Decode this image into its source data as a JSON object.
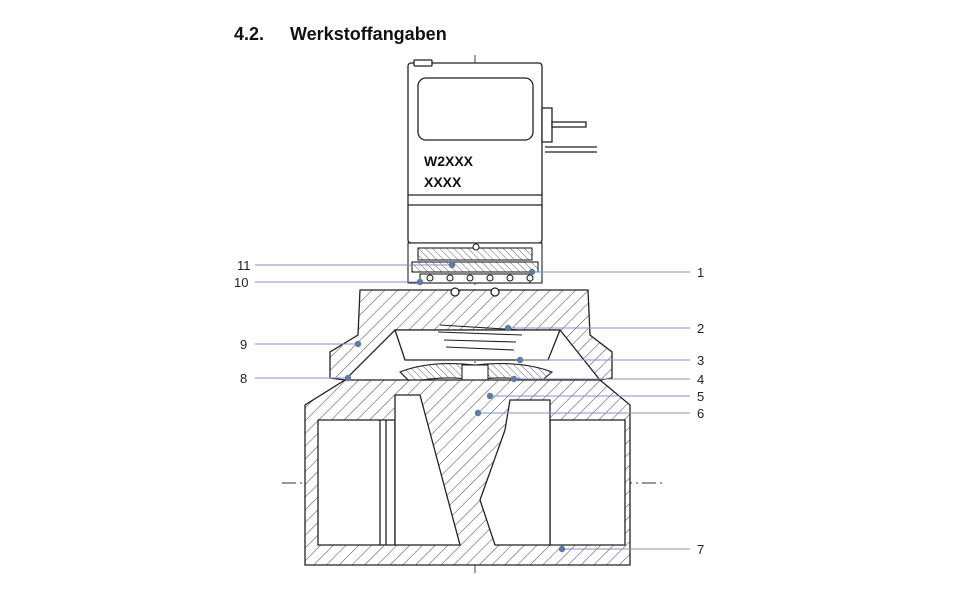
{
  "heading": {
    "number": "4.2.",
    "title": "Werkstoffangaben"
  },
  "nameplate": {
    "line1": "W2XXX",
    "line2": "XXXX"
  },
  "callouts": [
    "1",
    "2",
    "3",
    "4",
    "5",
    "6",
    "7",
    "8",
    "9",
    "10",
    "11"
  ],
  "colors": {
    "leader": "#7f95b8",
    "dot": "#5f7aa8",
    "outline": "#222222",
    "hatch": "#444444"
  }
}
